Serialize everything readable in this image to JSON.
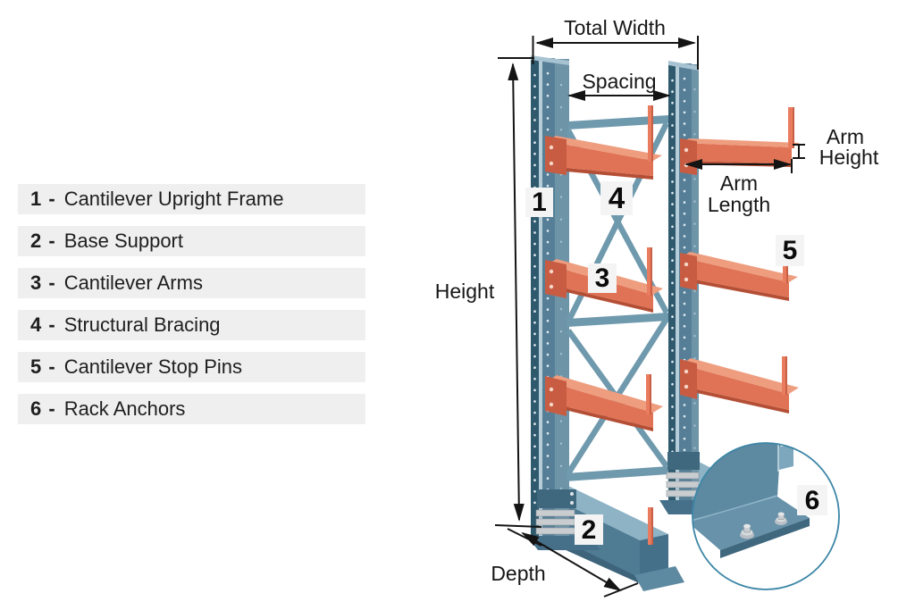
{
  "legend": {
    "items": [
      {
        "num": "1 -",
        "label": "Cantilever Upright Frame"
      },
      {
        "num": "2 -",
        "label": "Base Support"
      },
      {
        "num": "3 -",
        "label": "Cantilever Arms"
      },
      {
        "num": "4 -",
        "label": "Structural Bracing"
      },
      {
        "num": "5 -",
        "label": "Cantilever Stop Pins"
      },
      {
        "num": "6 -",
        "label": "Rack Anchors"
      }
    ]
  },
  "diagram": {
    "dimension_labels": {
      "total_width": "Total Width",
      "spacing": "Spacing",
      "height": "Height",
      "arm_height": [
        "Arm",
        "Height"
      ],
      "arm_length": [
        "Arm",
        "Length"
      ],
      "depth": "Depth"
    },
    "markers": {
      "m1": "1",
      "m2": "2",
      "m3": "3",
      "m4": "4",
      "m5": "5",
      "m6": "6"
    }
  },
  "colors": {
    "upright_face": "#567f97",
    "upright_dark": "#2f5a6e",
    "upright_light_band": "#6e94a8",
    "upright_highlight": "#b5cdd9",
    "brace_blue": "#6f99ad",
    "arm_orange": "#e07355",
    "arm_top_orange": "#ee9d7f",
    "arm_plate_orange": "#c85c42",
    "pin_orange": "#e97c5e",
    "legend_bar_bg": "#efefef",
    "text_dark": "#1e1e1e",
    "detail_circle_border": "#3c86a6",
    "badge_bg": "#f4f4f4",
    "bolt_silver": "#c9cdd0"
  }
}
